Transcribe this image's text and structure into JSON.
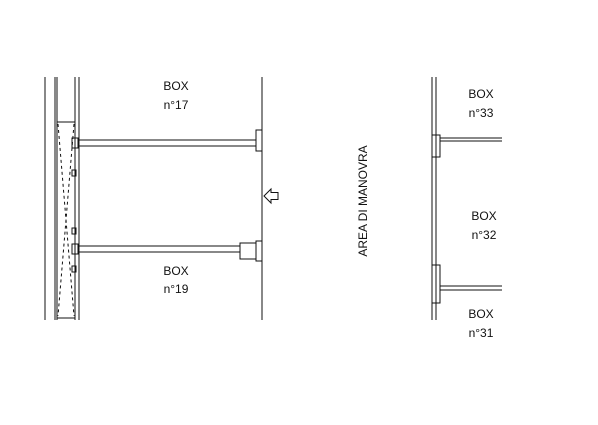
{
  "boxes": [
    {
      "id": "17",
      "title": "BOX",
      "number": "n°17"
    },
    {
      "id": "19",
      "title": "BOX",
      "number": "n°19"
    },
    {
      "id": "33",
      "title": "BOX",
      "number": "n°33"
    },
    {
      "id": "32",
      "title": "BOX",
      "number": "n°32"
    },
    {
      "id": "31",
      "title": "BOX",
      "number": "n°31"
    }
  ],
  "maneuver_area": {
    "label": "AREA DI MANOVRA"
  },
  "colors": {
    "line": "#111111",
    "background": "#ffffff"
  },
  "icons": [
    "direction-arrow-icon"
  ]
}
